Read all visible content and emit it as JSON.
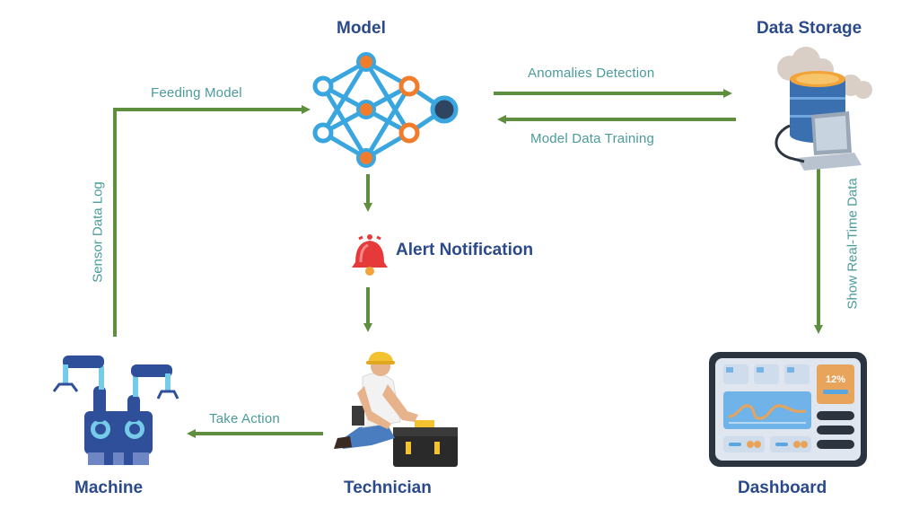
{
  "nodes": {
    "model": "Model",
    "data_storage": "Data Storage",
    "alert": "Alert Notification",
    "machine": "Machine",
    "technician": "Technician",
    "dashboard": "Dashboard"
  },
  "edges": {
    "feeding_model": "Feeding Model",
    "sensor_data_log": "Sensor Data Log",
    "anomalies_detection": "Anomalies Detection",
    "model_data_training": "Model Data Training",
    "show_real_time_data": "Show Real-Time Data",
    "take_action": "Take Action"
  },
  "dashboard_widget": {
    "percent": "12%"
  },
  "colors": {
    "arrow": "#5e8e3e",
    "title": "#2b4a8b",
    "edge_label": "#4a9b9a",
    "network_blue": "#3aa6e0",
    "network_orange": "#f07c2c",
    "machine_blue": "#2f4f9a",
    "alert_red": "#e63a3a"
  },
  "icons": [
    "neural-network-icon",
    "cloud-database-icon",
    "alarm-bell-icon",
    "robot-arms-icon",
    "technician-icon",
    "dashboard-screen-icon"
  ]
}
